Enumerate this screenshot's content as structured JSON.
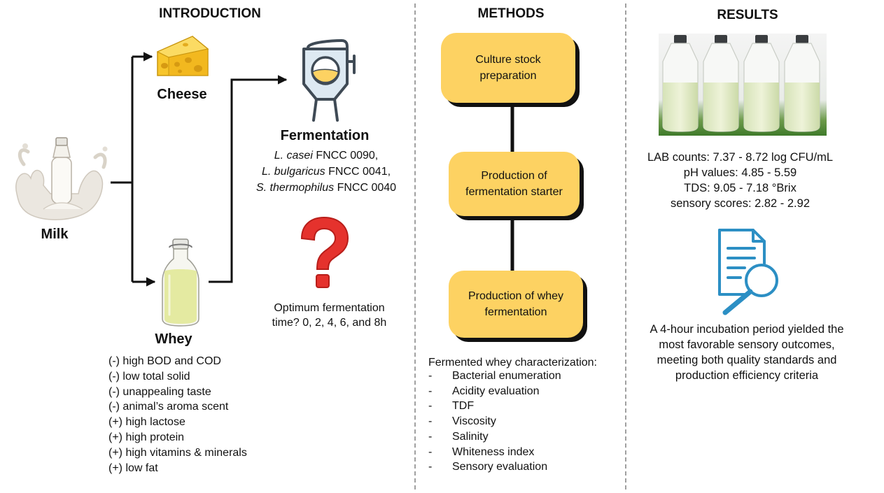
{
  "sections": {
    "introduction": "INTRODUCTION",
    "methods": "METHODS",
    "results": "RESULTS"
  },
  "introduction": {
    "milk_label": "Milk",
    "cheese_label": "Cheese",
    "whey_label": "Whey",
    "fermentation_label": "Fermentation",
    "strains": [
      {
        "species": "L. casei",
        "code": " FNCC 0090,"
      },
      {
        "species": "L. bulgaricus",
        "code": " FNCC 0041,"
      },
      {
        "species": "S. thermophilus",
        "code": " FNCC 0040"
      }
    ],
    "question": "Optimum fermentation time? 0, 2, 4, 6, and 8h",
    "whey_properties": [
      "(-) high BOD and COD",
      "(-) low total solid",
      "(-) unappealing taste",
      "(-) animal’s aroma scent",
      "(+) high lactose",
      "(+) high protein",
      "(+) high vitamins & minerals",
      "(+) low fat"
    ]
  },
  "methods": {
    "steps": [
      "Culture stock preparation",
      "Production of fermentation starter",
      "Production of whey fermentation"
    ],
    "characterization_title": "Fermented whey characterization:",
    "characterization_items": [
      "Bacterial enumeration",
      "Acidity evaluation",
      "TDF",
      "Viscosity",
      "Salinity",
      "Whiteness index",
      "Sensory evaluation"
    ]
  },
  "results": {
    "metrics": [
      "LAB counts: 7.37 - 8.72 log CFU/mL",
      "pH values: 4.85 - 5.59",
      "TDS:  9.05 - 7.18 °Brix",
      "sensory scores: 2.82 - 2.92"
    ],
    "conclusion": "A 4-hour incubation period yielded the most favorable sensory outcomes, meeting both quality standards and production efficiency criteria"
  },
  "colors": {
    "box_fill": "#fdd262",
    "cheese": "#f7c52b",
    "question_mark": "#e5322d",
    "icon_blue": "#2c8fc4",
    "whey_liquid": "#e4eaa1",
    "divider": "#a0a0a0"
  }
}
